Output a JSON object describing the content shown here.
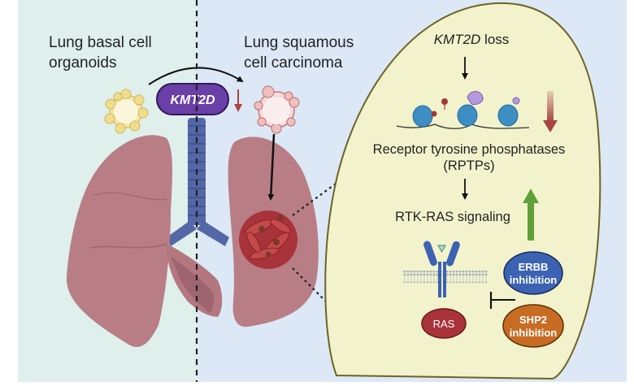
{
  "panels": {
    "left": {
      "title_line1": "Lung basal cell",
      "title_line2": "organoids",
      "bg": "#dff0ec"
    },
    "right": {
      "title_line1": "Lung squamous",
      "title_line2": "cell carcinoma",
      "bg": "#dce8f6"
    }
  },
  "gene_label": "KMT2D",
  "cell_panel": {
    "loss_label_gene": "KMT2D",
    "loss_label_suffix": " loss",
    "rptp_line1": "Receptor tyrosine phosphatases",
    "rptp_line2": "(RPTPs)",
    "signaling_label": "RTK-RAS signaling",
    "ras_label": "RAS",
    "erbb_line1": "ERBB",
    "erbb_line2": "inhibition",
    "shp2_line1": "SHP2",
    "shp2_line2": "inhibition"
  },
  "colors": {
    "kmt2d": "#6a3fa8",
    "down_arrow": "#a84443",
    "up_arrow": "#5fa03a",
    "erbb": "#3c62b4",
    "shp2": "#c86c24",
    "ras": "#a8333a",
    "cell_fill": "#f2f3cc",
    "cell_stroke": "#6d6424",
    "lung": "#b97e85",
    "trachea": "#5468a8"
  }
}
